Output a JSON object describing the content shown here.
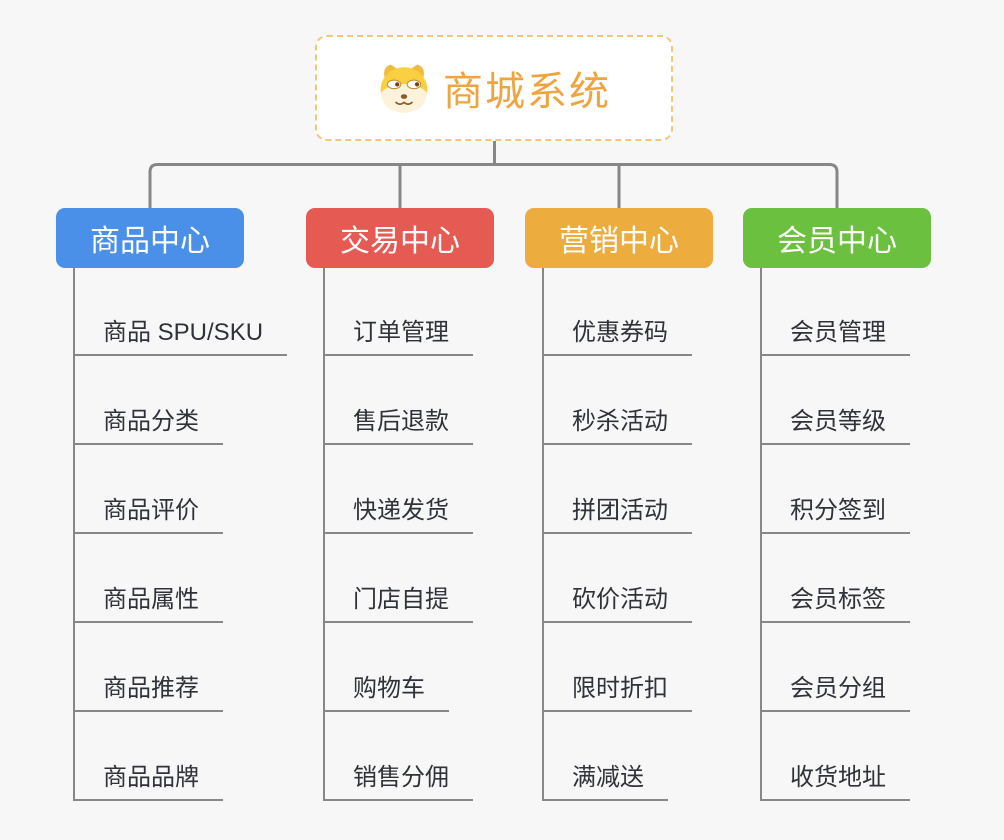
{
  "root": {
    "title": "商城系统",
    "icon": "dog-face-icon"
  },
  "branches": [
    {
      "label": "商品中心",
      "color": "#4a90e9",
      "items": [
        "商品 SPU/SKU",
        "商品分类",
        "商品评价",
        "商品属性",
        "商品推荐",
        "商品品牌"
      ]
    },
    {
      "label": "交易中心",
      "color": "#e65a54",
      "items": [
        "订单管理",
        "售后退款",
        "快递发货",
        "门店自提",
        "购物车",
        "销售分佣"
      ]
    },
    {
      "label": "营销中心",
      "color": "#ecac3e",
      "items": [
        "优惠券码",
        "秒杀活动",
        "拼团活动",
        "砍价活动",
        "限时折扣",
        "满减送"
      ]
    },
    {
      "label": "会员中心",
      "color": "#6bc13f",
      "items": [
        "会员管理",
        "会员等级",
        "积分签到",
        "会员标签",
        "会员分组",
        "收货地址"
      ]
    }
  ],
  "colors": {
    "background": "#f7f7f7",
    "connector": "#878787",
    "root_text": "#f0a440",
    "root_border": "#f2c67c",
    "item_text": "#2f3238"
  }
}
